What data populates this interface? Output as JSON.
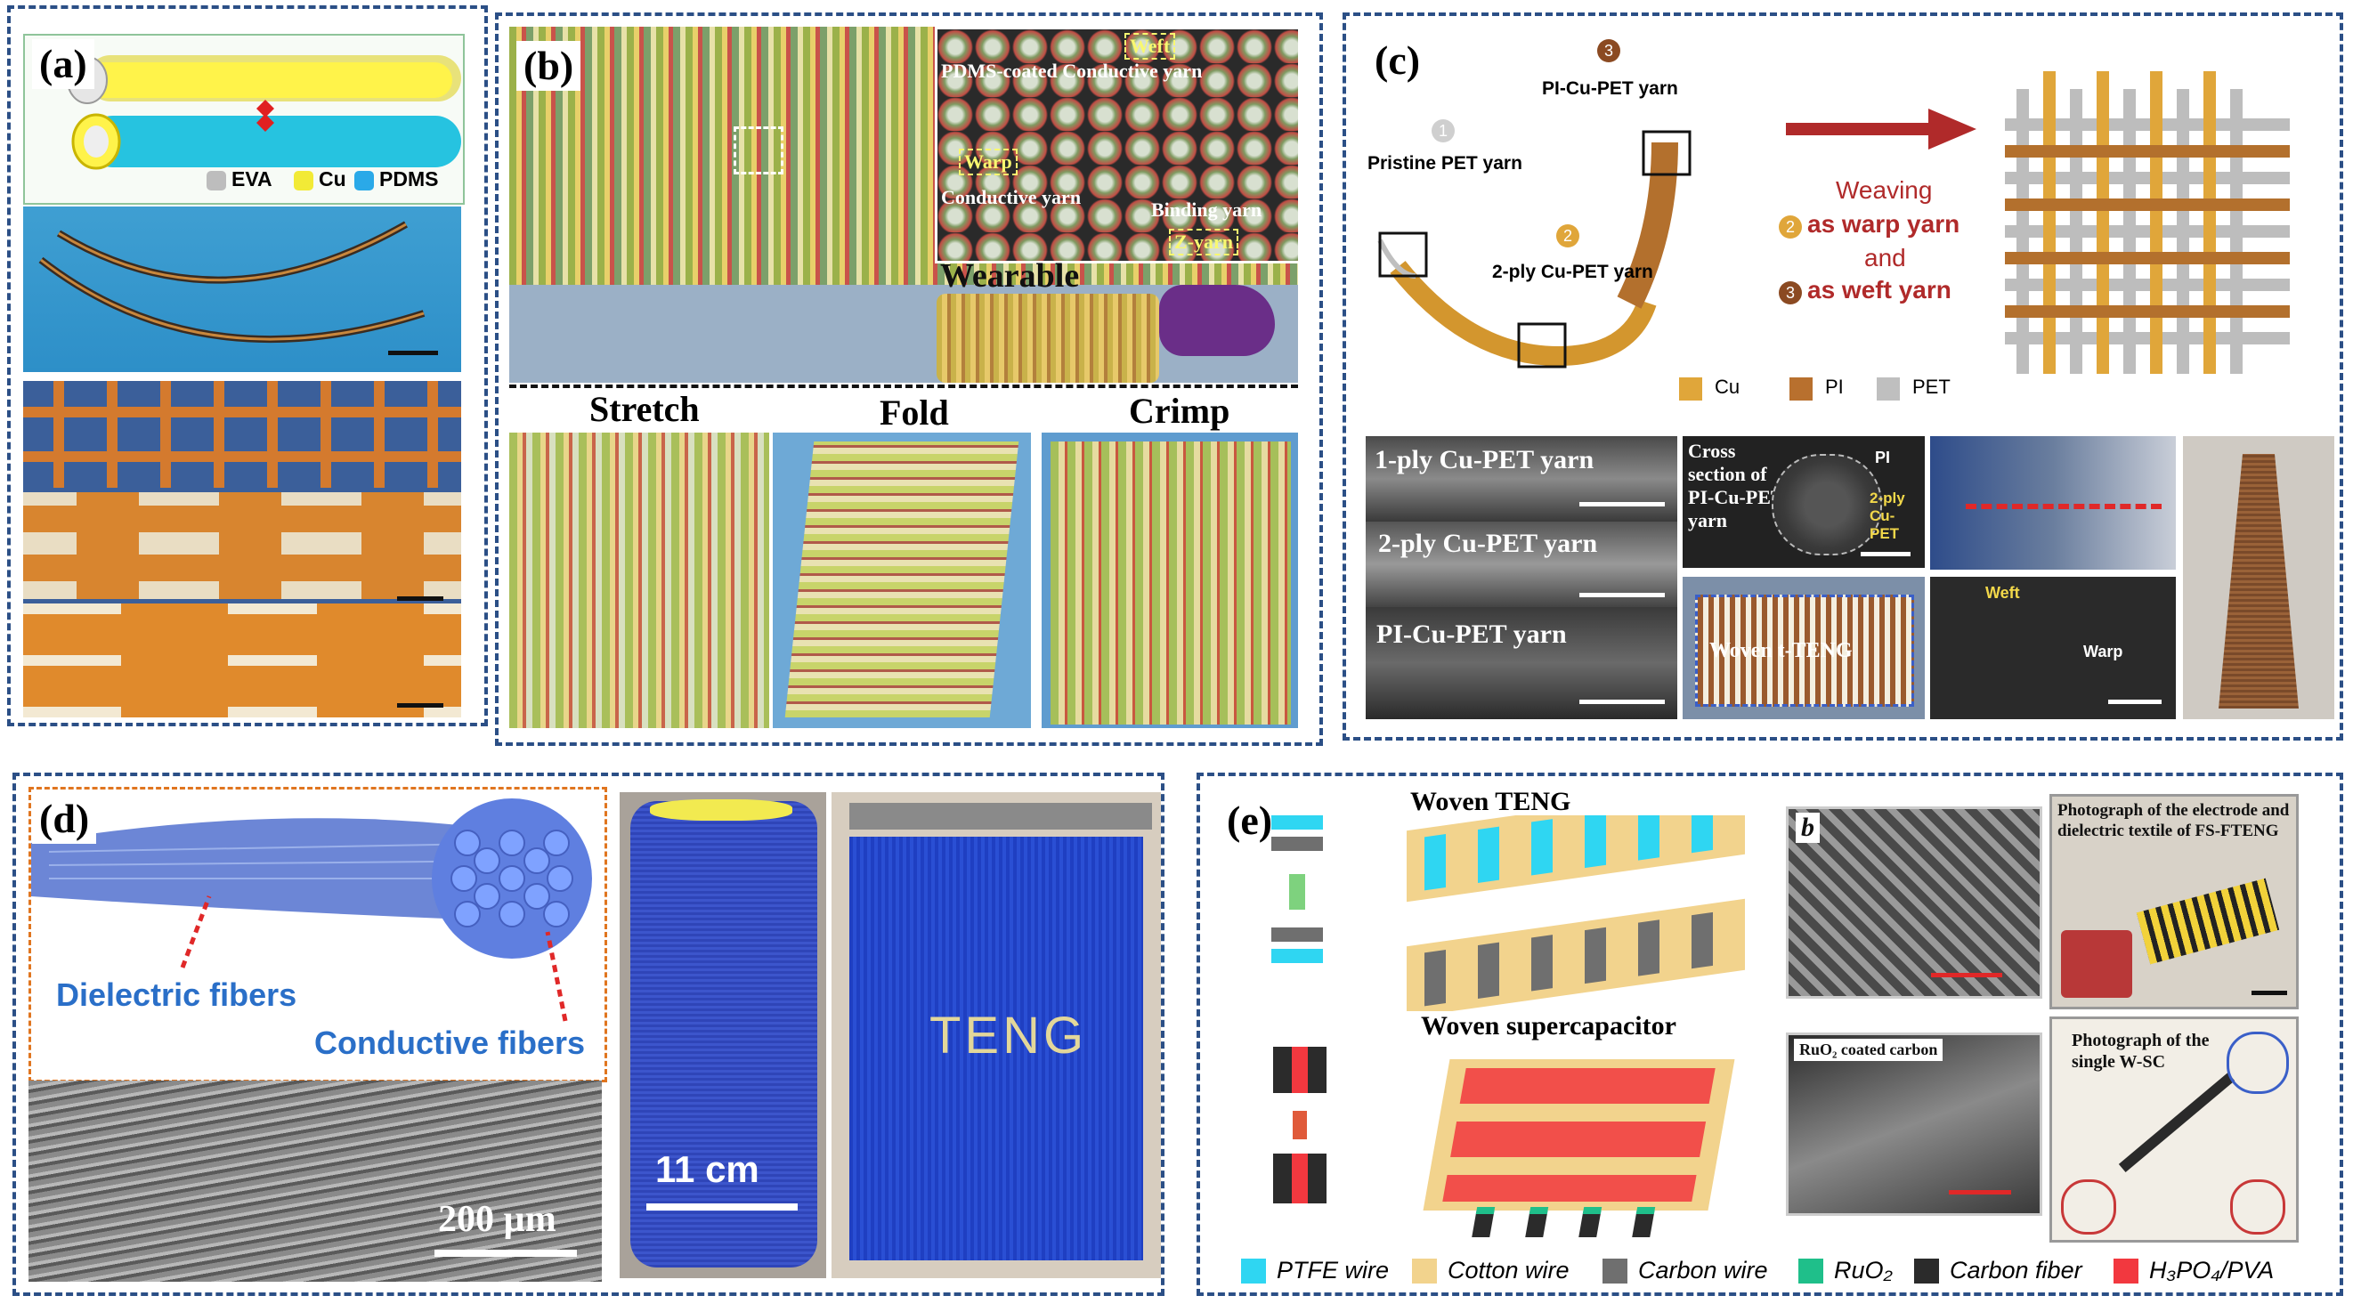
{
  "panels": {
    "a": {
      "label": "(a)",
      "legend": [
        "EVA",
        "Cu",
        "PDMS"
      ]
    },
    "b": {
      "label": "(b)",
      "callouts": [
        "Weft",
        "PDMS-coated Conductive yarn",
        "Warp",
        "Conductive yarn",
        "Binding yarn",
        "Z-yarn"
      ],
      "wearable": "Wearable",
      "states": [
        "Stretch",
        "Fold",
        "Crimp"
      ]
    },
    "c": {
      "label": "(c)",
      "yarn_numbers": [
        "1",
        "2",
        "3"
      ],
      "labels": {
        "pi_cu_pet": "PI-Cu-PET yarn",
        "pristine": "Pristine PET yarn",
        "two_ply": "2-ply Cu-PET yarn"
      },
      "weaving": [
        "Weaving",
        "as warp yarn",
        "and",
        "as weft yarn"
      ],
      "legend": [
        "Cu",
        "PI",
        "PET"
      ],
      "sem": [
        "1-ply Cu-PET yarn",
        "2-ply Cu-PET yarn",
        "PI-Cu-PET yarn"
      ],
      "cross": "Cross section of PI-Cu-PET yarn",
      "cross_pi": "PI",
      "cross_2ply": "2-ply Cu-PET",
      "woven": "Woven t-TENG",
      "weft": "Weft",
      "warp": "Warp"
    },
    "d": {
      "label": "(d)",
      "dielectric": "Dielectric fibers",
      "conductive": "Conductive fibers",
      "scale_200": "200 µm",
      "scale_11": "11 cm",
      "teng": "TENG"
    },
    "e": {
      "label": "(e)",
      "woven_teng": "Woven TENG",
      "woven_sc": "Woven supercapacitor",
      "sem_b": "b",
      "ruo2_coated": "RuO₂ coated carbon",
      "photo1": "Photograph of the electrode and dielectric textile of FS-FTENG",
      "photo2": "Photograph of the single W-SC",
      "legend": [
        {
          "label": "PTFE wire",
          "color": "#2fd6f2"
        },
        {
          "label": "Cotton wire",
          "color": "#f2d38d"
        },
        {
          "label": "Carbon wire",
          "color": "#6f6f6f"
        },
        {
          "label": "RuO₂",
          "color": "#1fbf8a"
        },
        {
          "label": "Carbon fiber",
          "color": "#2b2b2b"
        },
        {
          "label": "H₃PO₄/PVA",
          "color": "#f2383f"
        }
      ]
    }
  },
  "colors": {
    "border": "#2b4f86",
    "cu": "#e0a63a",
    "pi": "#b8702e",
    "pet": "#bfbfbf"
  }
}
